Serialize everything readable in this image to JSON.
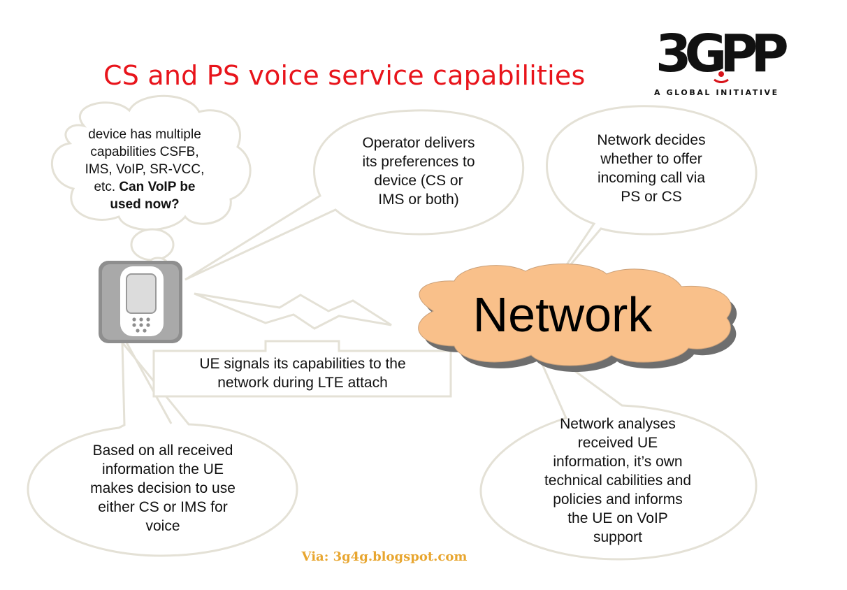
{
  "title": "CS and PS voice service capabilities",
  "logo": {
    "mark_text": "3GPP",
    "tagline": "A GLOBAL INITIATIVE"
  },
  "thought_bubble": {
    "line1": "device has multiple",
    "line2": "capabilities CSFB,",
    "line3": "IMS, VoIP, SR-VCC,",
    "line4_plain": "etc. ",
    "line4_bold": "Can VoIP be",
    "line5_bold": "used now?"
  },
  "operator_bubble": [
    "Operator delivers",
    "its preferences to",
    "device (CS or",
    "IMS or both)"
  ],
  "network_decides_bubble": [
    "Network decides",
    "whether to offer",
    "incoming call via",
    "PS or CS"
  ],
  "network_label": "Network",
  "ue_signals_box": [
    "UE signals its capabilities to the",
    "network during LTE attach"
  ],
  "ue_decision_bubble": [
    "Based on all received",
    "information the UE",
    "makes decision to use",
    "either CS or IMS for",
    "voice"
  ],
  "network_analyses_bubble": [
    "Network analyses",
    "received UE",
    "information, it’s own",
    "technical cabilities and",
    "policies and informs",
    "the UE on VoIP",
    "support"
  ],
  "via_text": "Via: 3g4g.blogspot.com",
  "colors": {
    "title": "#e8141b",
    "cloud_fill": "#f9c08a",
    "cloud_shadow": "#6e6e6e",
    "bubble_stroke": "#e4e1d6",
    "device_gray": "#8e8e8e",
    "via": "#e8a630"
  },
  "icons": [
    "mobile-phone-icon",
    "3gpp-logo"
  ]
}
